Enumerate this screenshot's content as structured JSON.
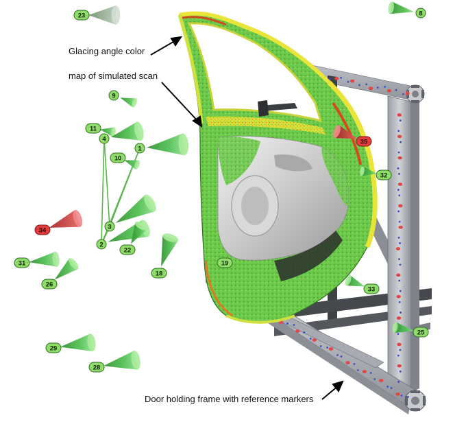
{
  "captions": {
    "glancing_line1": "Glacing angle color",
    "glancing_line2": "map of simulated scan",
    "frame": "Door holding frame with reference markers"
  },
  "colors": {
    "marker_green": "#8fdc6a",
    "marker_red": "#e23b3b",
    "cone_green": "#3faa3f",
    "cone_red": "#c83232",
    "scan_green": "#6cc94a",
    "scan_yellow": "#e8e43a",
    "scan_red": "#d24a1e",
    "frame_gray": "#b9bcc2",
    "ref_dot_red": "#e04848",
    "ref_dot_blue": "#3550c8"
  },
  "markers": [
    {
      "id": "23",
      "status": "green"
    },
    {
      "id": "8",
      "status": "green"
    },
    {
      "id": "9",
      "status": "green"
    },
    {
      "id": "11",
      "status": "green"
    },
    {
      "id": "4",
      "status": "green"
    },
    {
      "id": "1",
      "status": "green"
    },
    {
      "id": "10",
      "status": "green"
    },
    {
      "id": "3",
      "status": "green"
    },
    {
      "id": "2",
      "status": "green"
    },
    {
      "id": "22",
      "status": "green"
    },
    {
      "id": "34",
      "status": "red"
    },
    {
      "id": "31",
      "status": "green"
    },
    {
      "id": "26",
      "status": "green"
    },
    {
      "id": "18",
      "status": "green"
    },
    {
      "id": "19",
      "status": "green"
    },
    {
      "id": "35",
      "status": "red"
    },
    {
      "id": "32",
      "status": "green"
    },
    {
      "id": "33",
      "status": "green"
    },
    {
      "id": "25",
      "status": "green"
    },
    {
      "id": "29",
      "status": "green"
    },
    {
      "id": "28",
      "status": "green"
    }
  ]
}
